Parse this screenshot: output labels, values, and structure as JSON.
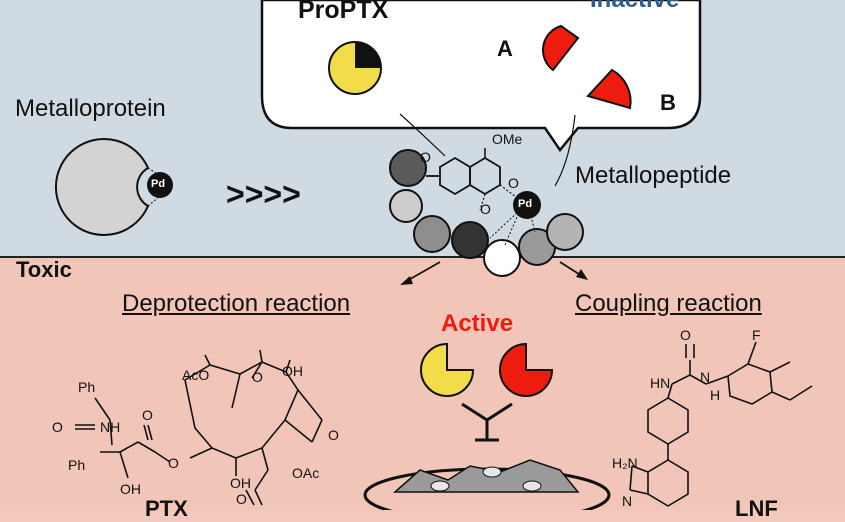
{
  "labels": {
    "proptx": "ProPTX",
    "inactive": "Inactive",
    "a": "A",
    "b": "B",
    "metalloprotein": "Metalloprotein",
    "pd": "Pd",
    "arrows": ">>>>",
    "ome": "OMe",
    "metallopeptide": "Metallopeptide",
    "toxic": "Toxic",
    "deprotection": "Deprotection reaction",
    "coupling": "Coupling reaction",
    "active": "Active",
    "ptx": "PTX",
    "lnf": "LNF"
  },
  "chem_labels": {
    "aco": "AcO",
    "o": "O",
    "oh": "OH",
    "ph": "Ph",
    "nh": "NH",
    "oac": "OAc",
    "hn": "HN",
    "h": "H",
    "n": "N",
    "f": "F",
    "h2n": "H₂N"
  },
  "colors": {
    "top_panel": "#cfdae2",
    "bottom_panel": "#f1c6b9",
    "yellow": "#f2dc4a",
    "red": "#ee1c0e",
    "title_blue": "#2e5e8e",
    "active_red": "#ee1c0e",
    "dark_sphere": "#3a3a3a",
    "mid_sphere": "#8c8c8c",
    "light_sphere": "#c8c8c8"
  }
}
